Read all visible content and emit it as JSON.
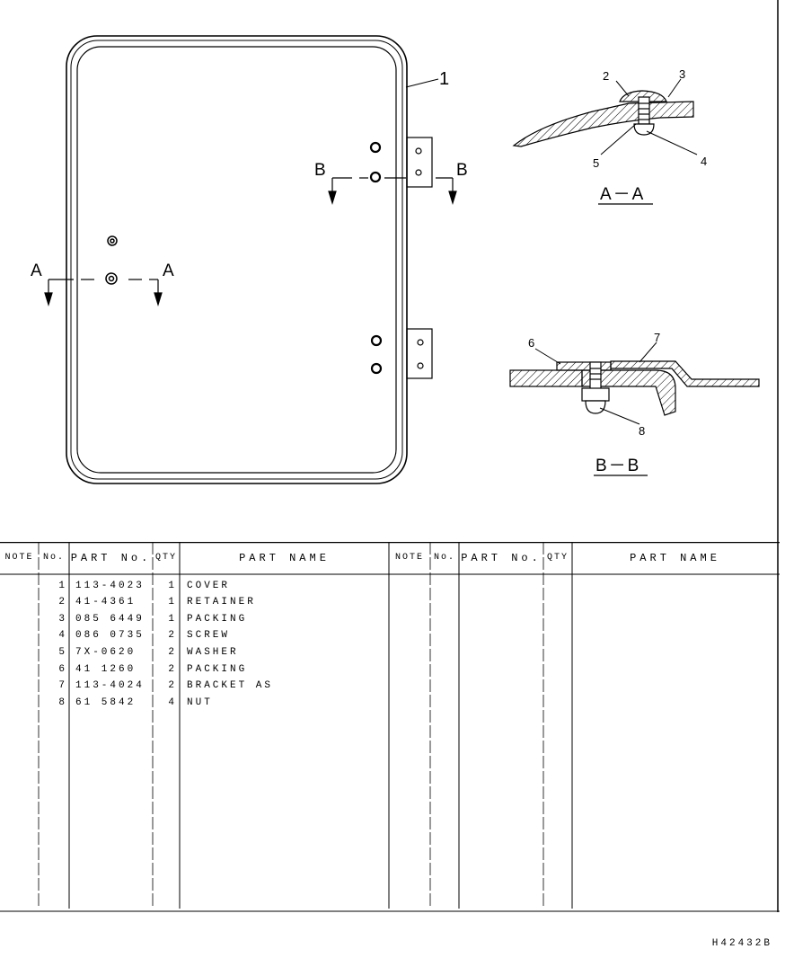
{
  "drawing": {
    "callouts": [
      "1",
      "2",
      "3",
      "4",
      "5",
      "6",
      "7",
      "8"
    ],
    "section_markers": {
      "a": "A",
      "b": "B"
    },
    "section_titles": {
      "a": "A－A",
      "b": "B－B"
    }
  },
  "table": {
    "headers": {
      "note": "NOTE",
      "no": "No.",
      "part_no": "PART No.",
      "qty": "QTY",
      "part_name": "PART NAME"
    },
    "rows": [
      {
        "no": "1",
        "part_no": "113-4023",
        "qty": "1",
        "part_name": "COVER"
      },
      {
        "no": "2",
        "part_no": "41-4361",
        "qty": "1",
        "part_name": "RETAINER"
      },
      {
        "no": "3",
        "part_no": "085 6449",
        "qty": "1",
        "part_name": "PACKING"
      },
      {
        "no": "4",
        "part_no": "086 0735",
        "qty": "2",
        "part_name": "SCREW"
      },
      {
        "no": "5",
        "part_no": "7X-0620",
        "qty": "2",
        "part_name": "WASHER"
      },
      {
        "no": "6",
        "part_no": "41 1260",
        "qty": "2",
        "part_name": "PACKING"
      },
      {
        "no": "7",
        "part_no": "113-4024",
        "qty": "2",
        "part_name": "BRACKET AS"
      },
      {
        "no": "8",
        "part_no": "61 5842",
        "qty": "4",
        "part_name": "NUT"
      }
    ]
  },
  "doc_code": "H42432B"
}
